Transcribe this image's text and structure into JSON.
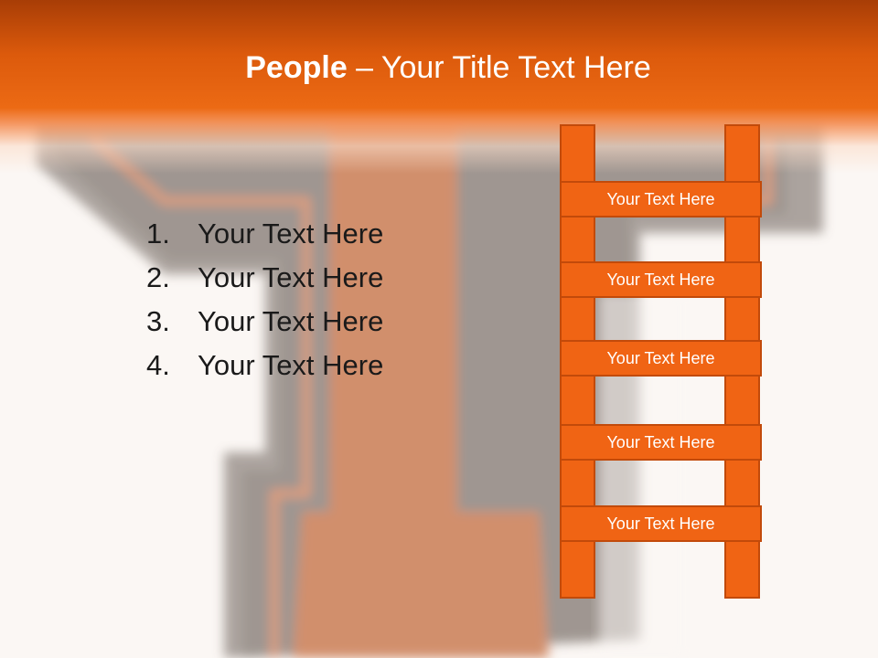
{
  "title": {
    "bold": "People",
    "separator": " – ",
    "rest": "Your Title Text Here"
  },
  "list": [
    {
      "number": "1.",
      "text": "Your Text Here"
    },
    {
      "number": "2.",
      "text": "Your Text Here"
    },
    {
      "number": "3.",
      "text": "Your Text Here"
    },
    {
      "number": "4.",
      "text": "Your Text Here"
    }
  ],
  "ladder": {
    "rungs": [
      "Your Text Here",
      "Your Text Here",
      "Your Text Here",
      "Your Text Here",
      "Your Text Here"
    ]
  },
  "colors": {
    "title_bar": "#dc5a0c",
    "ladder_fill": "#f06414",
    "ladder_border": "#c24a0a",
    "background": "#fbf7f4"
  }
}
